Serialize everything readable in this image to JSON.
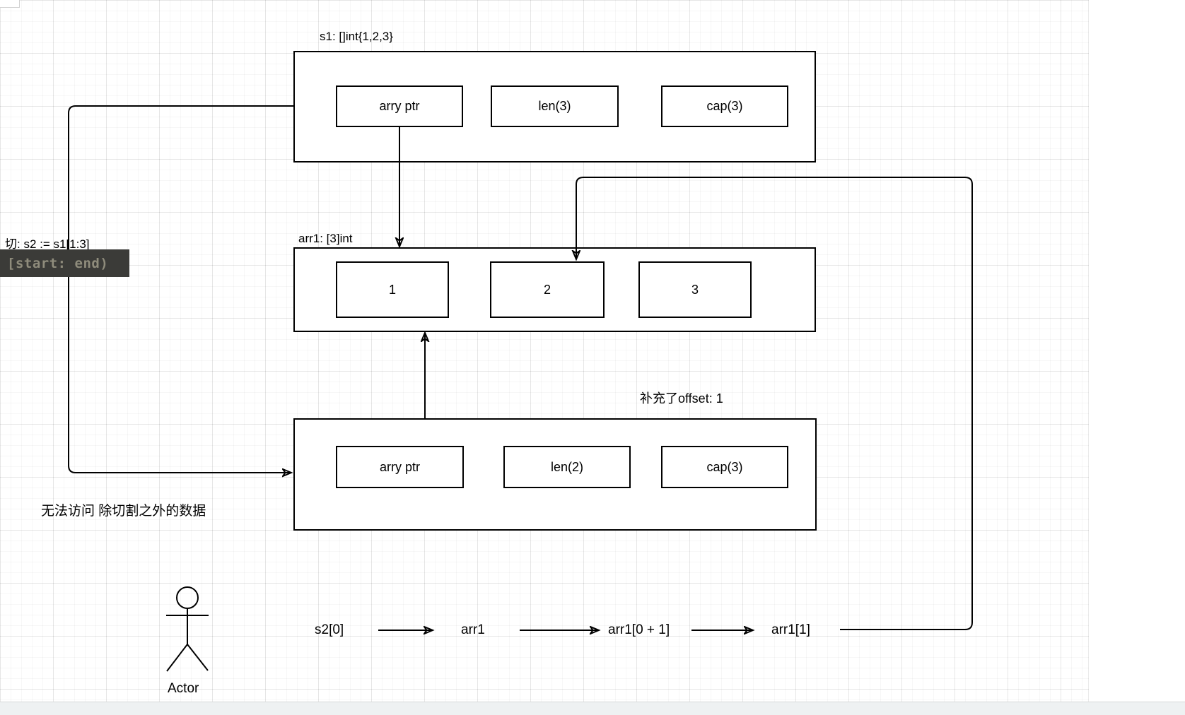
{
  "s1": {
    "title": "s1: []int{1,2,3}",
    "fields": [
      "arry ptr",
      "len(3)",
      "cap(3)"
    ]
  },
  "arr1": {
    "title": "arr1: [3]int",
    "cells": [
      "1",
      "2",
      "3"
    ]
  },
  "s2": {
    "title": "补充了offset: 1",
    "fields": [
      "arry ptr",
      "len(2)",
      "cap(3)"
    ]
  },
  "annotations": {
    "slice_expr": "切:  s2 := s1[1:3]",
    "range_code": "[start: end)",
    "no_access": "无法访问 除切割之外的数据"
  },
  "flow": {
    "steps": [
      "s2[0]",
      "arr1",
      "arr1[0 + 1]",
      "arr1[1]"
    ]
  },
  "actor": {
    "label": "Actor"
  },
  "colors": {
    "stroke": "#000000",
    "code_background": "#3b3b38",
    "code_text": "#8f8c7c",
    "canvas_margin": "#eef1f2"
  }
}
